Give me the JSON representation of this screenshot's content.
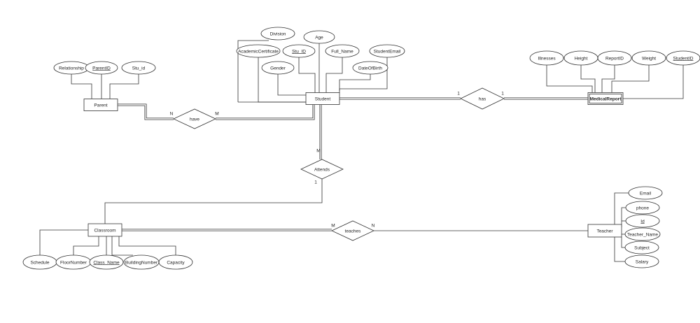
{
  "entities": {
    "student": {
      "label": "Student"
    },
    "parent": {
      "label": "Parent"
    },
    "medical_report": {
      "label": "MedicalReport",
      "weak": true
    },
    "classroom": {
      "label": "Classroom"
    },
    "teacher": {
      "label": "Teacher"
    }
  },
  "attributes": {
    "division": {
      "label": "Division",
      "key": false
    },
    "age": {
      "label": "Age",
      "key": false
    },
    "academic_certificate": {
      "label": "AcademicCertificate",
      "key": false
    },
    "stu_id": {
      "label": "Stu_ID",
      "key": true
    },
    "full_name": {
      "label": "Full_Name",
      "key": false
    },
    "student_email": {
      "label": "StudentEmail",
      "key": false
    },
    "gender": {
      "label": "Gender",
      "key": false
    },
    "date_of_birth": {
      "label": "DateOfBirth",
      "key": false
    },
    "relationship": {
      "label": "Relationship",
      "key": false
    },
    "parent_id": {
      "label": "ParentID",
      "key": true
    },
    "parent_stu_id": {
      "label": "Stu_id",
      "key": false
    },
    "illnesses": {
      "label": "Illnesses",
      "key": false
    },
    "height": {
      "label": "Height",
      "key": false
    },
    "report_id": {
      "label": "ReportID",
      "key": false
    },
    "weight": {
      "label": "Weight",
      "key": false
    },
    "student_id": {
      "label": "StudentID",
      "key": true
    },
    "schedule": {
      "label": "Schedule",
      "key": false
    },
    "floor_number": {
      "label": "FloorNumber",
      "key": false
    },
    "class_name": {
      "label": "Class_Name",
      "key": true
    },
    "building_number": {
      "label": "BuildingNumber",
      "key": false
    },
    "capacity": {
      "label": "Capacity",
      "key": false
    },
    "email": {
      "label": "Email",
      "key": false
    },
    "phone": {
      "label": "phone",
      "key": false
    },
    "id": {
      "label": "Id",
      "key": true
    },
    "teacher_name": {
      "label": "Teacher_Name",
      "key": false
    },
    "subject": {
      "label": "Subject",
      "key": false
    },
    "salary": {
      "label": "Salary",
      "key": false
    }
  },
  "relationships": {
    "have": {
      "label": "have",
      "left_card": "N",
      "right_card": "M"
    },
    "has": {
      "label": "has",
      "left_card": "1",
      "right_card": "1"
    },
    "attends": {
      "label": "Attends",
      "top_card": "M",
      "bottom_card": "1"
    },
    "teaches": {
      "label": "teaches",
      "left_card": "M",
      "right_card": "N"
    }
  }
}
